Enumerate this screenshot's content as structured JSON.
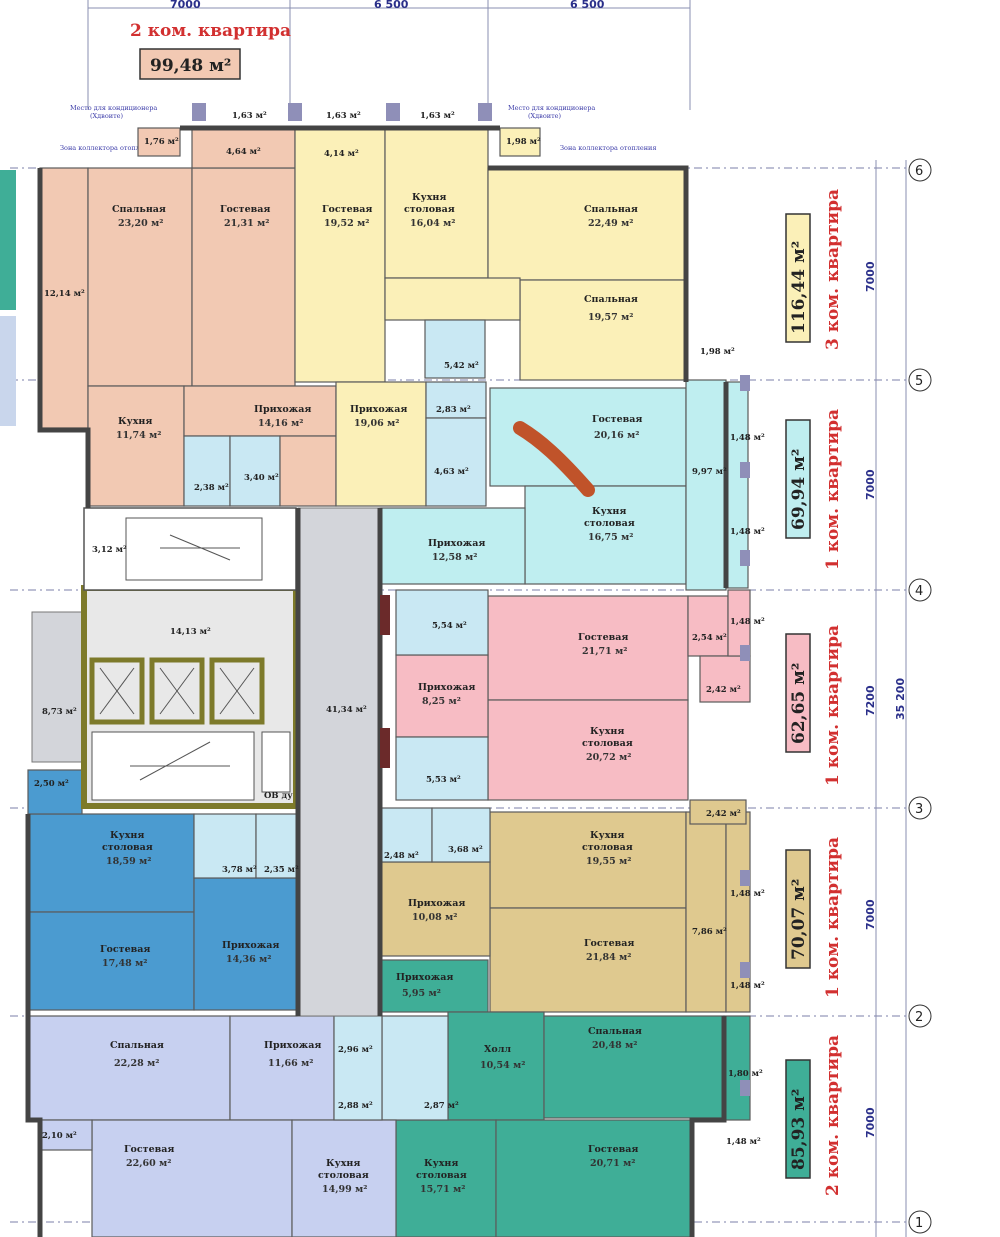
{
  "colors": {
    "apt_2k_top": "#f2c9b3",
    "apt_3k": "#fbf0b8",
    "apt_1k_teal": "#bfeef0",
    "apt_1k_pink": "#f7bcc4",
    "apt_1k_olive": "#dfc98f",
    "apt_blue": "#4b9bd0",
    "apt_green": "#3fae97",
    "apt_2k_bottom_left": "#c7d0f0",
    "corridor": "#d3d5da",
    "dim_line": "#2a2f8a",
    "title_red": "#d23030"
  },
  "dimensions": {
    "top": [
      "7000",
      "6 500",
      "6 500"
    ],
    "right": [
      "7000",
      "7000",
      "7200",
      "7000",
      "7000"
    ],
    "total": "35 200"
  },
  "axes": [
    "6",
    "5",
    "4",
    "3",
    "2",
    "1"
  ],
  "apartments": {
    "top_title": "2 ком. квартира",
    "top_area": "99,48 м²",
    "a3_title": "3 ком. квартира",
    "a3_area": "116,44 м²",
    "a1t_title": "1 ком. квартира",
    "a1t_area": "69,94 м²",
    "a1p_title": "1 ком. квартира",
    "a1p_area": "62,65 м²",
    "a1o_title": "1 ком. квартира",
    "a1o_area": "70,07 м²",
    "a2g_title": "2 ком. квартира",
    "a2g_area": "85,93 м²"
  },
  "labels": {
    "ac_place": "Место для кондиционера",
    "ac_hidden": "(Хдвоите)",
    "manifold": "Зона коллектора отопления",
    "ov_du": "ОВ ду"
  },
  "rooms": {
    "r_sp1": [
      "Спальная",
      "23,20 м²"
    ],
    "r_gost1": [
      "Гостевая",
      "21,31 м²"
    ],
    "r_gost2": [
      "Гостевая",
      "19,52 м²"
    ],
    "r_kux1": [
      "Кухня",
      "столовая",
      "16,04 м²"
    ],
    "r_sp2": [
      "Спальная",
      "22,49 м²"
    ],
    "r_sp3": [
      "Спальная",
      "19,57 м²"
    ],
    "r_kux2": [
      "Кухня",
      "11,74 м²"
    ],
    "r_prix1": [
      "Прихожая",
      "14,16 м²"
    ],
    "r_prix2": [
      "Прихожая",
      "19,06 м²"
    ],
    "r_gost3": [
      "Гостевая",
      "20,16 м²"
    ],
    "r_kux3": [
      "Кухня",
      "столовая",
      "16,75 м²"
    ],
    "r_prix3": [
      "Прихожая",
      "12,58 м²"
    ],
    "r_gost4": [
      "Гостевая",
      "21,71 м²"
    ],
    "r_prix4": [
      "Прихожая",
      "8,25 м²"
    ],
    "r_kux4": [
      "Кухня",
      "столовая",
      "20,72 м²"
    ],
    "r_kux5": [
      "Кухня",
      "столовая",
      "19,55 м²"
    ],
    "r_prix5": [
      "Прихожая",
      "10,08 м²"
    ],
    "r_gost5": [
      "Гостевая",
      "21,84 м²"
    ],
    "r_kux6": [
      "Кухня",
      "столовая",
      "18,59 м²"
    ],
    "r_gost6": [
      "Гостевая",
      "17,48 м²"
    ],
    "r_prix6": [
      "Прихожая",
      "14,36 м²"
    ],
    "r_prix7": [
      "Прихожая",
      "5,95 м²"
    ],
    "r_xoll": [
      "Холл",
      "10,54 м²"
    ],
    "r_sp4": [
      "Спальная",
      "20,48 м²"
    ],
    "r_sp5": [
      "Спальная",
      "22,28 м²"
    ],
    "r_prix8": [
      "Прихожая",
      "11,66 м²"
    ],
    "r_gost7": [
      "Гостевая",
      "22,60 м²"
    ],
    "r_kux7": [
      "Кухня",
      "столовая",
      "14,99 м²"
    ],
    "r_kux8": [
      "Кухня",
      "столовая",
      "15,71 м²"
    ],
    "r_gost8": [
      "Гостевая",
      "20,71 м²"
    ]
  },
  "small_areas": {
    "s1": "1,63 м²",
    "s2": "1,63 м²",
    "s3": "1,63 м²",
    "s4": "1,76 м²",
    "s5": "4,64 м²",
    "s6": "4,14 м²",
    "s7": "1,98 м²",
    "s8": "12,14 м²",
    "s9": "5,42 м²",
    "s10": "2,83 м²",
    "s11": "4,63 м²",
    "s12": "2,38 м²",
    "s13": "3,40 м²",
    "s14": "3,12 м²",
    "s15": "14,13 м²",
    "s16": "8,73 м²",
    "s17": "41,34 м²",
    "s18": "5,54 м²",
    "s19": "5,53 м²",
    "s20": "9,97 м²",
    "s21": "1,48 м²",
    "s22": "1,48 м²",
    "s23": "2,54 м²",
    "s24": "1,48 м²",
    "s25": "2,42 м²",
    "s26": "2,50 м²",
    "s27": "3,78 м²",
    "s28": "2,35 м²",
    "s29": "2,48 м²",
    "s30": "3,68 м²",
    "s31": "2,42 м²",
    "s32": "7,86 м²",
    "s33": "1,48 м²",
    "s34": "1,48 м²",
    "s35": "2,96 м²",
    "s36": "2,88 м²",
    "s37": "2,87 м²",
    "s38": "1,80 м²",
    "s39": "2,10 м²",
    "s40": "1,98 м²",
    "s41": "1,48 м²"
  }
}
